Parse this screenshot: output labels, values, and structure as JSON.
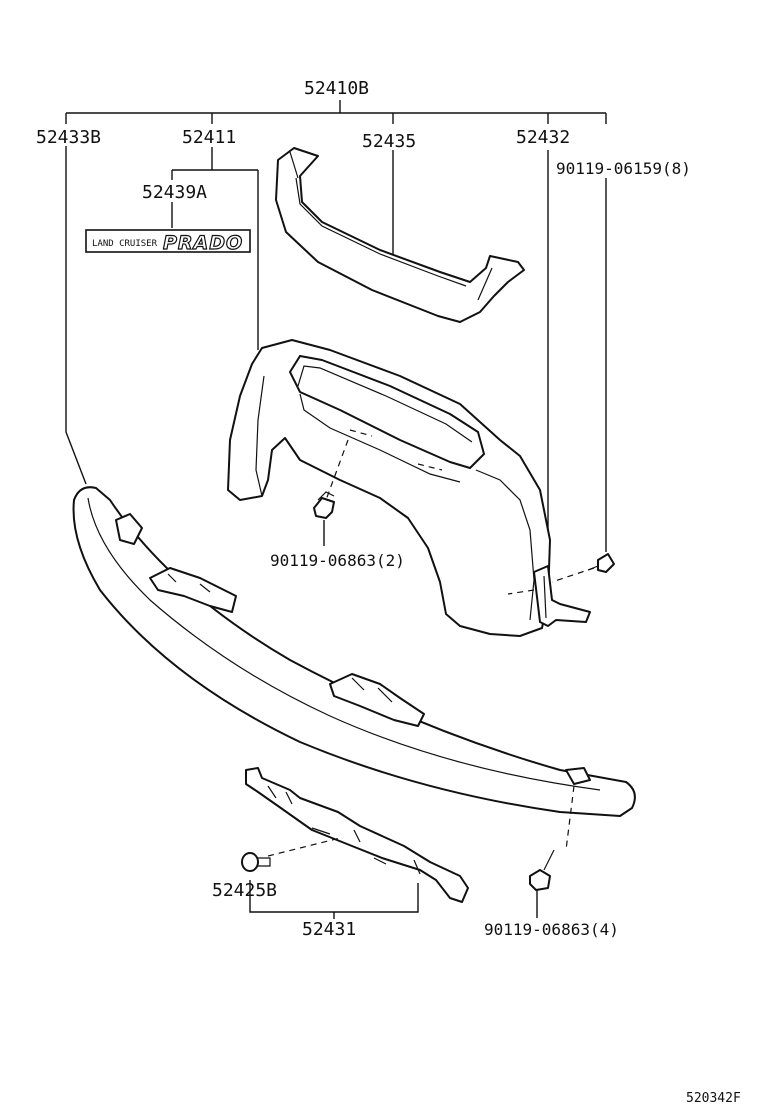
{
  "labels": {
    "p52410B": "52410B",
    "p52433B": "52433B",
    "p52411": "52411",
    "p52435": "52435",
    "p52432": "52432",
    "p90119_06159": "90119-06159(8)",
    "p52439A": "52439A",
    "p90119_06863_2": "90119-06863(2)",
    "p52425B": "52425B",
    "p52431": "52431",
    "p90119_06863_4": "90119-06863(4)"
  },
  "emblem": {
    "small_text": "LAND CRUISER",
    "large_text": "PRADO"
  },
  "diagram_code": "520342F"
}
